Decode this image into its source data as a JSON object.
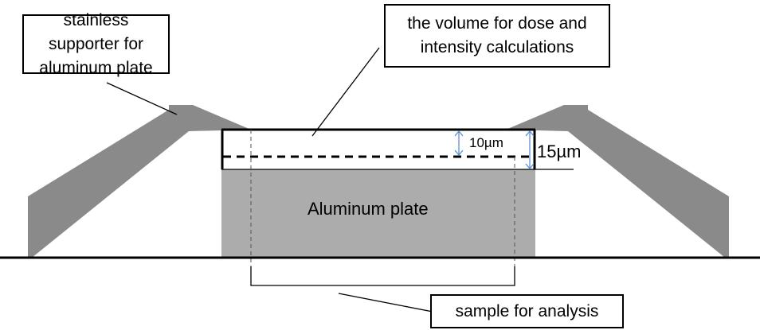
{
  "labels": {
    "supporter": "stainless supporter for aluminum plate",
    "volume": "the volume for dose and intensity calculations",
    "sample": "sample for analysis",
    "plate": "Aluminum plate",
    "depth_10": "10µm",
    "depth_15": "15µm"
  },
  "colors": {
    "supporter": "#8a8a8a",
    "plate": "#acacac",
    "arrow": "#5b8fd0"
  }
}
